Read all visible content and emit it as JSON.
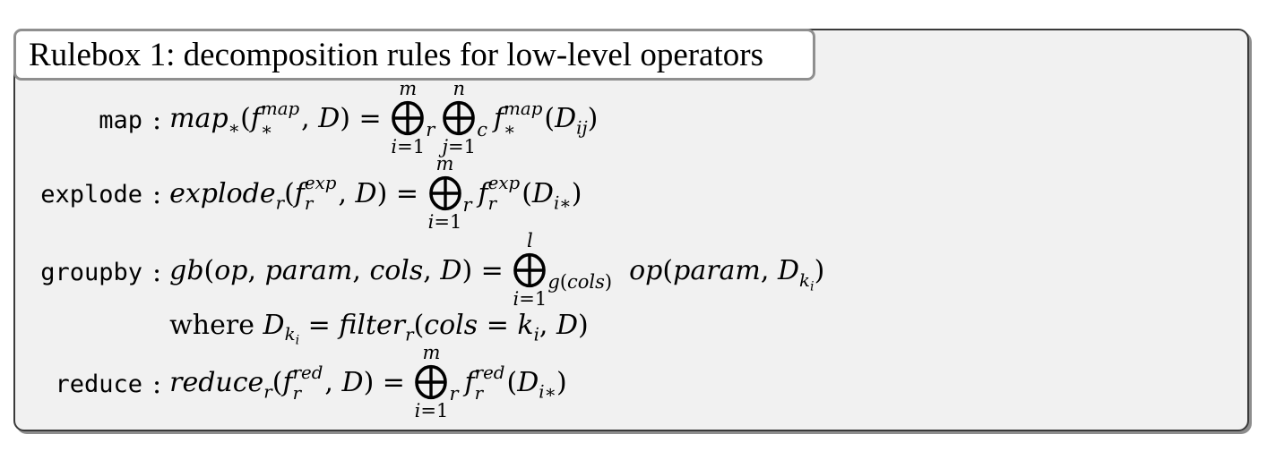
{
  "title": "Rulebox 1: decomposition rules for low-level operators",
  "colon": ":",
  "colors": {
    "page_bg": "#ffffff",
    "box_bg": "#f1f1f1",
    "box_border": "#3a3a3a",
    "title_bg": "#ffffff",
    "title_border": "#8f8f8f",
    "text": "#000000",
    "shadow": "#8d8d8d"
  },
  "rows": [
    {
      "label": "map",
      "formula": [
        {
          "t": "v",
          "s": "map"
        },
        {
          "t": "sub",
          "c": [
            {
              "t": "r",
              "s": "∗"
            }
          ]
        },
        {
          "t": "r",
          "s": "("
        },
        {
          "t": "v",
          "s": "f"
        },
        {
          "t": "ss",
          "up": [
            {
              "t": "v",
              "s": "map"
            }
          ],
          "dn": [
            {
              "t": "r",
              "s": "∗"
            }
          ]
        },
        {
          "t": "r",
          "s": ", "
        },
        {
          "t": "v",
          "s": "D"
        },
        {
          "t": "r",
          "s": ") = "
        },
        {
          "t": "big",
          "up": [
            {
              "t": "v",
              "s": "m"
            }
          ],
          "dn": [
            {
              "t": "v",
              "s": "i"
            },
            {
              "t": "r",
              "s": "=1"
            }
          ],
          "side": [
            {
              "t": "v",
              "s": "r"
            }
          ]
        },
        {
          "t": "big",
          "up": [
            {
              "t": "v",
              "s": "n"
            }
          ],
          "dn": [
            {
              "t": "v",
              "s": "j"
            },
            {
              "t": "r",
              "s": "=1"
            }
          ],
          "side": [
            {
              "t": "v",
              "s": "c"
            }
          ]
        },
        {
          "t": "v",
          "s": "f"
        },
        {
          "t": "ss",
          "up": [
            {
              "t": "v",
              "s": "map"
            }
          ],
          "dn": [
            {
              "t": "r",
              "s": "∗"
            }
          ]
        },
        {
          "t": "r",
          "s": "("
        },
        {
          "t": "v",
          "s": "D"
        },
        {
          "t": "sub",
          "c": [
            {
              "t": "v",
              "s": "ij"
            }
          ]
        },
        {
          "t": "r",
          "s": ")"
        }
      ]
    },
    {
      "label": "explode",
      "formula": [
        {
          "t": "v",
          "s": "explode"
        },
        {
          "t": "sub",
          "c": [
            {
              "t": "v",
              "s": "r"
            }
          ]
        },
        {
          "t": "r",
          "s": "("
        },
        {
          "t": "v",
          "s": "f"
        },
        {
          "t": "ss",
          "up": [
            {
              "t": "v",
              "s": "exp"
            }
          ],
          "dn": [
            {
              "t": "v",
              "s": "r"
            }
          ]
        },
        {
          "t": "r",
          "s": ", "
        },
        {
          "t": "v",
          "s": "D"
        },
        {
          "t": "r",
          "s": ") = "
        },
        {
          "t": "big",
          "up": [
            {
              "t": "v",
              "s": "m"
            }
          ],
          "dn": [
            {
              "t": "v",
              "s": "i"
            },
            {
              "t": "r",
              "s": "=1"
            }
          ],
          "side": [
            {
              "t": "v",
              "s": "r"
            }
          ]
        },
        {
          "t": "v",
          "s": "f"
        },
        {
          "t": "ss",
          "up": [
            {
              "t": "v",
              "s": "exp"
            }
          ],
          "dn": [
            {
              "t": "v",
              "s": "r"
            }
          ]
        },
        {
          "t": "r",
          "s": "("
        },
        {
          "t": "v",
          "s": "D"
        },
        {
          "t": "sub",
          "c": [
            {
              "t": "v",
              "s": "i"
            },
            {
              "t": "r",
              "s": "∗"
            }
          ]
        },
        {
          "t": "r",
          "s": ")"
        }
      ]
    },
    {
      "label": "groupby",
      "formula": [
        {
          "t": "v",
          "s": "gb"
        },
        {
          "t": "r",
          "s": "("
        },
        {
          "t": "v",
          "s": "op"
        },
        {
          "t": "r",
          "s": ", "
        },
        {
          "t": "v",
          "s": "param"
        },
        {
          "t": "r",
          "s": ", "
        },
        {
          "t": "v",
          "s": "cols"
        },
        {
          "t": "r",
          "s": ", "
        },
        {
          "t": "v",
          "s": "D"
        },
        {
          "t": "r",
          "s": ") = "
        },
        {
          "t": "big",
          "up": [
            {
              "t": "v",
              "s": "l"
            }
          ],
          "dn": [
            {
              "t": "v",
              "s": "i"
            },
            {
              "t": "r",
              "s": "=1"
            }
          ],
          "side": [
            {
              "t": "v",
              "s": "g"
            },
            {
              "t": "r",
              "s": "("
            },
            {
              "t": "v",
              "s": "cols"
            },
            {
              "t": "r",
              "s": ")"
            }
          ]
        },
        {
          "t": "sp",
          "w": 12
        },
        {
          "t": "v",
          "s": "op"
        },
        {
          "t": "r",
          "s": "("
        },
        {
          "t": "v",
          "s": "param"
        },
        {
          "t": "r",
          "s": ", "
        },
        {
          "t": "v",
          "s": "D"
        },
        {
          "t": "sub",
          "c": [
            {
              "t": "v",
              "s": "k"
            },
            {
              "t": "sub",
              "c": [
                {
                  "t": "v",
                  "s": "i"
                }
              ]
            }
          ]
        },
        {
          "t": "r",
          "s": ")"
        }
      ]
    },
    {
      "label": "",
      "formula": [
        {
          "t": "r",
          "s": "where "
        },
        {
          "t": "v",
          "s": "D"
        },
        {
          "t": "sub",
          "c": [
            {
              "t": "v",
              "s": "k"
            },
            {
              "t": "sub",
              "c": [
                {
                  "t": "v",
                  "s": "i"
                }
              ]
            }
          ]
        },
        {
          "t": "r",
          "s": " = "
        },
        {
          "t": "v",
          "s": "filter"
        },
        {
          "t": "sub",
          "c": [
            {
              "t": "v",
              "s": "r"
            }
          ]
        },
        {
          "t": "r",
          "s": "("
        },
        {
          "t": "v",
          "s": "cols"
        },
        {
          "t": "r",
          "s": " = "
        },
        {
          "t": "v",
          "s": "k"
        },
        {
          "t": "sub",
          "c": [
            {
              "t": "v",
              "s": "i"
            }
          ]
        },
        {
          "t": "r",
          "s": ", "
        },
        {
          "t": "v",
          "s": "D"
        },
        {
          "t": "r",
          "s": ")"
        }
      ]
    },
    {
      "label": "reduce",
      "formula": [
        {
          "t": "v",
          "s": "reduce"
        },
        {
          "t": "sub",
          "c": [
            {
              "t": "v",
              "s": "r"
            }
          ]
        },
        {
          "t": "r",
          "s": "("
        },
        {
          "t": "v",
          "s": "f"
        },
        {
          "t": "ss",
          "up": [
            {
              "t": "v",
              "s": "red"
            }
          ],
          "dn": [
            {
              "t": "v",
              "s": "r"
            }
          ]
        },
        {
          "t": "r",
          "s": ", "
        },
        {
          "t": "v",
          "s": "D"
        },
        {
          "t": "r",
          "s": ") = "
        },
        {
          "t": "big",
          "up": [
            {
              "t": "v",
              "s": "m"
            }
          ],
          "dn": [
            {
              "t": "v",
              "s": "i"
            },
            {
              "t": "r",
              "s": "=1"
            }
          ],
          "side": [
            {
              "t": "v",
              "s": "r"
            }
          ]
        },
        {
          "t": "v",
          "s": "f"
        },
        {
          "t": "ss",
          "up": [
            {
              "t": "v",
              "s": "red"
            }
          ],
          "dn": [
            {
              "t": "v",
              "s": "r"
            }
          ]
        },
        {
          "t": "r",
          "s": "("
        },
        {
          "t": "v",
          "s": "D"
        },
        {
          "t": "sub",
          "c": [
            {
              "t": "v",
              "s": "i"
            },
            {
              "t": "r",
              "s": "∗"
            }
          ]
        },
        {
          "t": "r",
          "s": ")"
        }
      ]
    }
  ]
}
